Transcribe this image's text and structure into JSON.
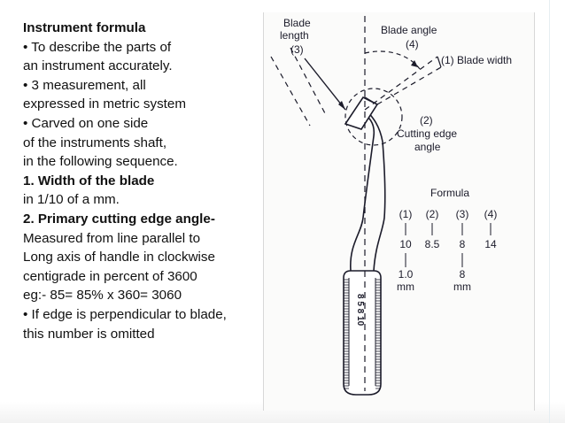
{
  "slide": {
    "lines": [
      {
        "text": "Instrument formula",
        "bold": true
      },
      {
        "text": "• To describe the parts of",
        "bold": false
      },
      {
        "text": "an instrument accurately.",
        "bold": false
      },
      {
        "text": "• 3 measurement, all",
        "bold": false
      },
      {
        "text": "expressed in metric system",
        "bold": false
      },
      {
        "text": "• Carved on one side",
        "bold": false
      },
      {
        "text": "of the instruments shaft,",
        "bold": false
      },
      {
        "text": "in the following sequence.",
        "bold": false
      },
      {
        "text": "1. Width of the blade",
        "bold": true
      },
      {
        "text": "in 1/10 of a mm.",
        "bold": false
      },
      {
        "text": "2. Primary cutting edge angle-",
        "bold": true
      },
      {
        "text": "Measured from line parallel to",
        "bold": false
      },
      {
        "text": "Long axis of handle in clockwise",
        "bold": false
      },
      {
        "text": "centigrade in percent of 3600",
        "bold": false
      },
      {
        "text": "eg:- 85= 85% x 360= 3060",
        "bold": false
      },
      {
        "text": "• If edge is perpendicular to blade,",
        "bold": false
      },
      {
        "text": "this number is omitted",
        "bold": false
      }
    ]
  },
  "figure": {
    "labels": {
      "blade_length_1": "Blade",
      "blade_length_2": "length",
      "blade_length_3": "(3)",
      "blade_angle_1": "Blade angle",
      "blade_angle_2": "(4)",
      "blade_width": "(1) Blade width",
      "cutting_1": "(2)",
      "cutting_2": "Cutting edge",
      "cutting_3": "angle",
      "formula_title": "Formula",
      "shaft_engraving": "8 5 8 10"
    },
    "formula": {
      "headers": [
        "(1)",
        "(2)",
        "(3)",
        "(4)"
      ],
      "values": [
        "10",
        "8.5",
        "8",
        "14"
      ],
      "units_1": [
        "1.0",
        "mm"
      ],
      "units_3": [
        "8",
        "mm"
      ]
    },
    "colors": {
      "ink": "#1b1b2a",
      "paper": "#fbfbfa"
    }
  }
}
